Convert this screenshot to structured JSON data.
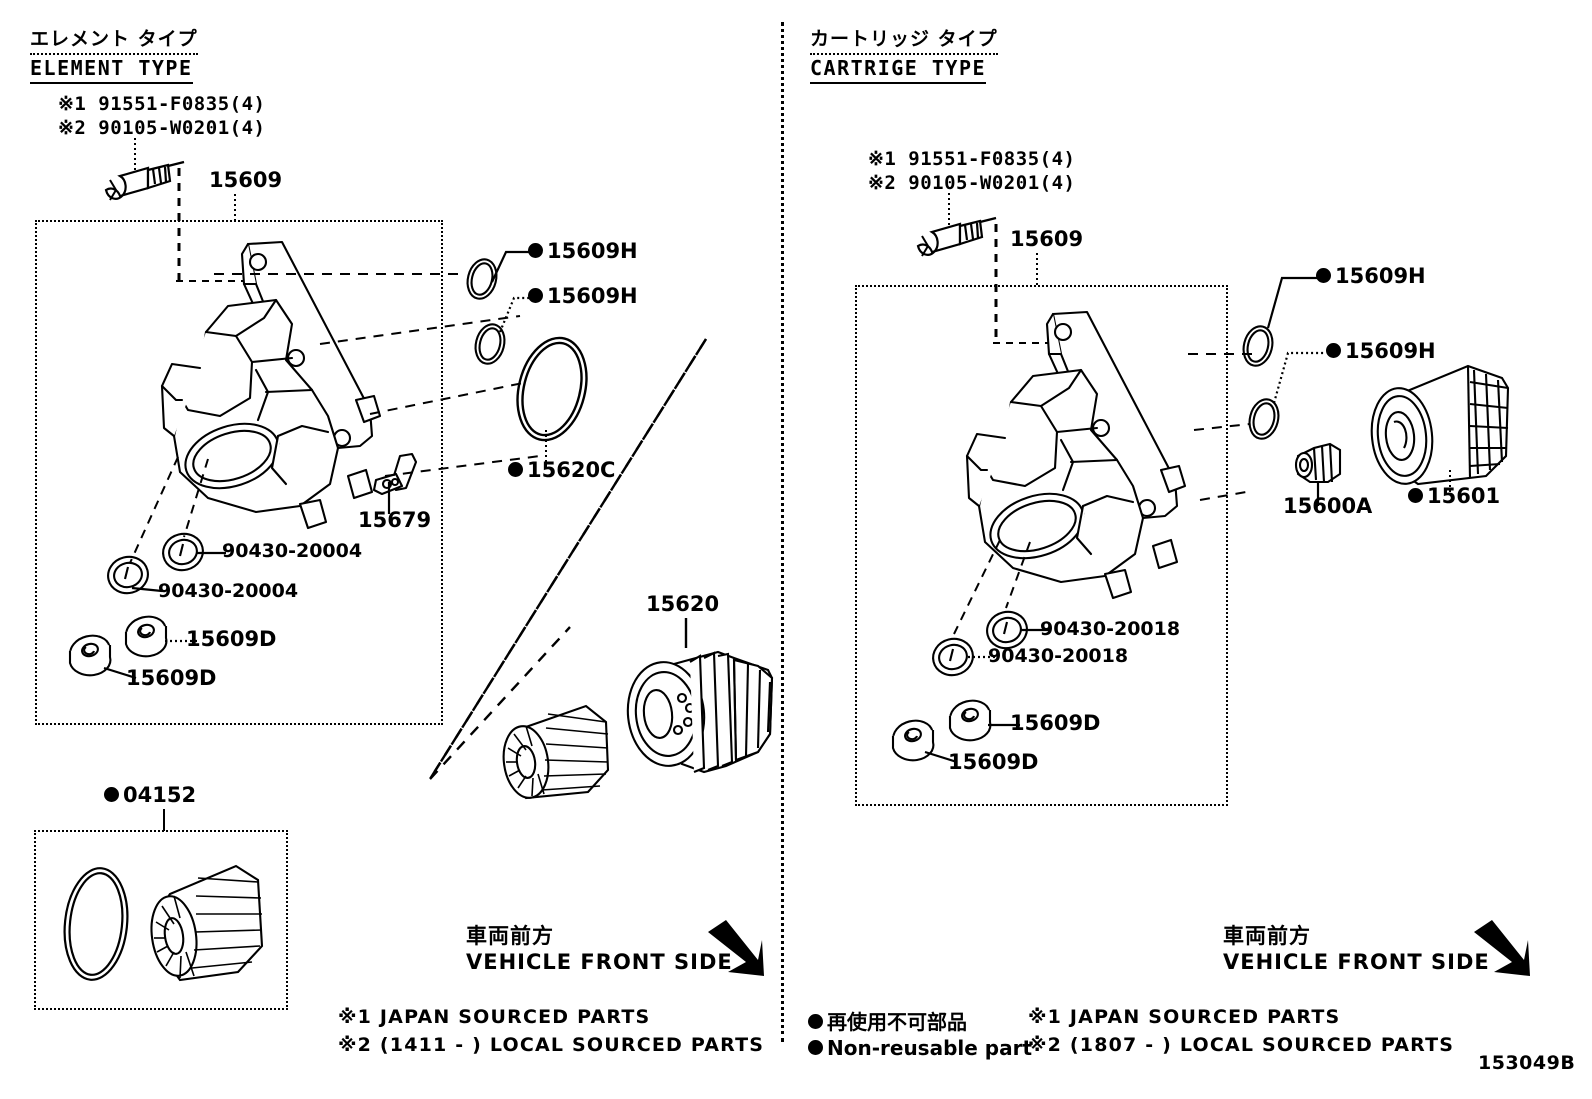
{
  "diagram": {
    "code": "153049B",
    "background": "#ffffff",
    "ink": "#000000"
  },
  "panels": [
    {
      "id": "element-type",
      "title_jp": "エレメント タイプ",
      "title_en": "ELEMENT TYPE",
      "sourcing_notes": [
        "※1 91551-F0835(4)",
        "※2 90105-W0201(4)"
      ],
      "box_label": "15609",
      "callouts": [
        {
          "number": "15609H",
          "nonreusable": true
        },
        {
          "number": "15609H",
          "nonreusable": true
        },
        {
          "number": "15620C",
          "nonreusable": true
        },
        {
          "number": "15679",
          "nonreusable": false
        },
        {
          "number": "90430-20004",
          "nonreusable": false
        },
        {
          "number": "90430-20004",
          "nonreusable": false
        },
        {
          "number": "15609D",
          "nonreusable": false
        },
        {
          "number": "15609D",
          "nonreusable": false
        },
        {
          "number": "15620",
          "nonreusable": false
        },
        {
          "number": "04152",
          "nonreusable": true
        }
      ],
      "front_side_jp": "車両前方",
      "front_side_en": "VEHICLE FRONT SIDE",
      "footnotes": [
        "※1 JAPAN SOURCED PARTS",
        "※2 (1411 -     ) LOCAL SOURCED PARTS"
      ]
    },
    {
      "id": "cartrige-type",
      "title_jp": "カートリッジ タイプ",
      "title_en": "CARTRIGE TYPE",
      "sourcing_notes": [
        "※1 91551-F0835(4)",
        "※2 90105-W0201(4)"
      ],
      "box_label": "15609",
      "callouts": [
        {
          "number": "15609H",
          "nonreusable": true
        },
        {
          "number": "15609H",
          "nonreusable": true
        },
        {
          "number": "15600A",
          "nonreusable": false
        },
        {
          "number": "15601",
          "nonreusable": true
        },
        {
          "number": "90430-20018",
          "nonreusable": false
        },
        {
          "number": "90430-20018",
          "nonreusable": false
        },
        {
          "number": "15609D",
          "nonreusable": false
        },
        {
          "number": "15609D",
          "nonreusable": false
        }
      ],
      "front_side_jp": "車両前方",
      "front_side_en": "VEHICLE FRONT SIDE",
      "footnotes": [
        "※1 JAPAN SOURCED PARTS",
        "※2 (1807 -     ) LOCAL SOURCED PARTS"
      ]
    }
  ],
  "legend": {
    "jp": "再使用不可部品",
    "en": "Non-reusable part"
  }
}
